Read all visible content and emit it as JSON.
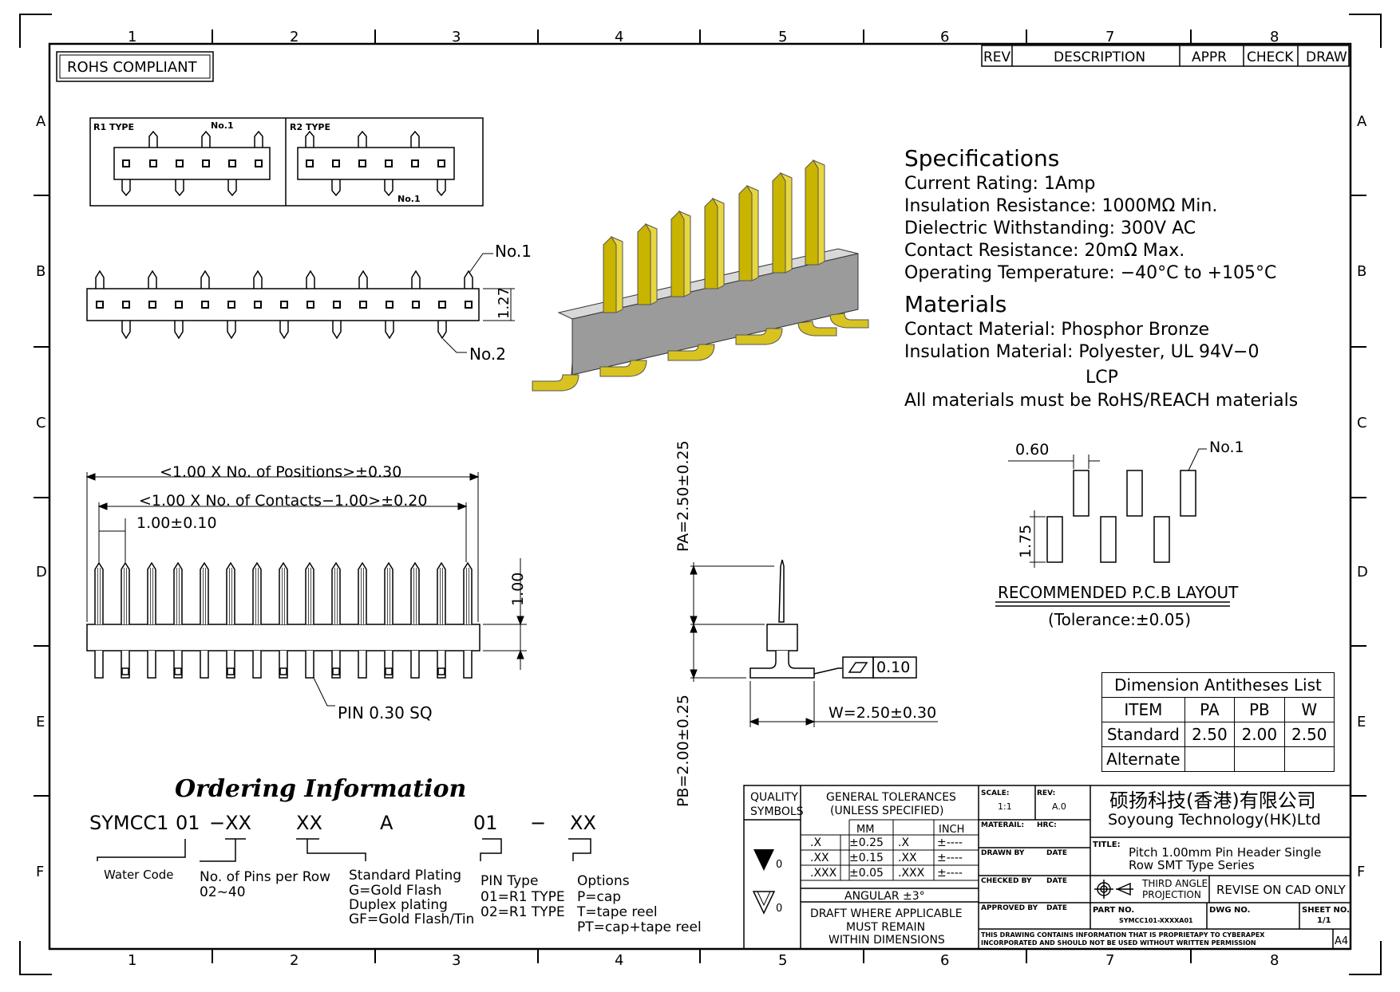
{
  "border": {
    "columns": [
      "1",
      "2",
      "3",
      "4",
      "5",
      "6",
      "7",
      "8"
    ],
    "rows": [
      "A",
      "B",
      "C",
      "D",
      "E",
      "F"
    ]
  },
  "rohs": "ROHS COMPLIANT",
  "revision_block": {
    "rev": "REV",
    "description": "DESCRIPTION",
    "appr": "APPR",
    "check": "CHECK",
    "draw": "DRAW"
  },
  "types": {
    "r1": "R1 TYPE",
    "r2": "R2 TYPE",
    "no1": "No.1"
  },
  "top_view": {
    "no1": "No.1",
    "no2": "No.2",
    "pitch": "1.27"
  },
  "specifications": {
    "heading": "Specifications",
    "lines": [
      "Current  Rating:  1Amp",
      "Insulation  Resistance:  1000MΩ  Min.",
      "Dielectric  Withstanding:  300V  AC",
      "Contact  Resistance:    20mΩ  Max.",
      "Operating  Temperature:  −40°C  to  +105°C"
    ]
  },
  "materials": {
    "heading": "Materials",
    "lines": [
      "Contact  Material:  Phosphor  Bronze",
      "Insulation  Material:  Polyester,  UL  94V−0",
      "LCP",
      "All  materials  must  be  RoHS/REACH  materials"
    ]
  },
  "front_view": {
    "dim_positions": "<1.00  X  No.  of  Positions>±0.30",
    "dim_contacts": "<1.00  X  No.  of  Contacts−1.00>±0.20",
    "dim_pitch": "1.00±0.10",
    "dim_height": "1.00",
    "pin": "PIN  0.30  SQ"
  },
  "side_view": {
    "pa": "PA=2.50±0.25",
    "pb": "PB=2.00±0.25",
    "w": "W=2.50±0.30",
    "flat": "0.10"
  },
  "pcb": {
    "dim_w": "0.60",
    "dim_h": "1.75",
    "no1": "No.1",
    "title": "RECOMMENDED  P.C.B   LAYOUT",
    "tolerance": "(Tolerance:±0.05)"
  },
  "dimension_list": {
    "title": "Dimension  Antitheses  List",
    "headers": [
      "ITEM",
      "PA",
      "PB",
      "W"
    ],
    "rows": [
      [
        "Standard",
        "2.50",
        "2.00",
        "2.50"
      ],
      [
        "Alternate",
        "",
        "",
        ""
      ]
    ]
  },
  "ordering": {
    "title": "Ordering Information",
    "code_parts": [
      "SYMCC1",
      "01",
      "−XX",
      "XX",
      "A",
      "01",
      "−",
      "XX"
    ],
    "water_code": "Water Code",
    "pins_label": "No.  of  Pins  per  Row",
    "pins_range": "02~40",
    "plating_label": "Standard  Plating",
    "plating_options": [
      "G=Gold  Flash",
      "Duplex  plating",
      "GF=Gold  Flash/Tin"
    ],
    "pin_type_label": "PIN  Type",
    "pin_type_options": [
      "01=R1  TYPE",
      "02=R1  TYPE"
    ],
    "options_label": "Options",
    "options": [
      "P=cap",
      "T=tape  reel",
      "PT=cap+tape  reel"
    ]
  },
  "title_block": {
    "quality": "QUALITY",
    "symbols": "SYMBOLS",
    "gen_tol": "GENERAL  TOLERANCES",
    "unless": "(UNLESS  SPECIFIED)",
    "mm": "MM",
    "inch": "INCH",
    "tol_rows": [
      [
        ".X",
        "±0.25",
        ".X",
        "±----"
      ],
      [
        ".XX",
        "±0.15",
        ".XX",
        "±----"
      ],
      [
        ".XXX",
        "±0.05",
        ".XXX",
        "±----"
      ]
    ],
    "angular": "ANGULAR  ±3°",
    "draft": "DRAFT  WHERE  APPLICABLE",
    "must": "MUST  REMAIN",
    "within": "WITHIN  DIMENSIONS",
    "sym_val": "0",
    "scale_label": "SCALE:",
    "scale": "1:1",
    "rev_label": "REV:",
    "rev": "A.0",
    "material": "MATERAIL:",
    "hrc": "HRC:",
    "drawn": "DRAWN  BY",
    "checked": "CHECKED  BY",
    "approved": "APPROVED  BY",
    "date": "DATE",
    "company_cn": "硕扬科技(香港)有限公司",
    "company_en": "Soyoung  Technology(HK)Ltd",
    "title_label": "TITLE:",
    "title_1": "Pitch  1.00mm  Pin  Header  Single",
    "title_2": "Row  SMT  Type  Series",
    "projection_1": "THIRD  ANGLE",
    "projection_2": "PROJECTION",
    "revise": "REVISE  ON  CAD  ONLY",
    "part_label": "PART  NO.",
    "part_no": "SYMCC101-XXXXA01",
    "dwg_label": "DWG  NO.",
    "sheet_label": "SHEET  NO.",
    "sheet": "1/1",
    "notice_1": "THIS  DRAWING  CONTAINS  INFORMATION  THAT  IS  PROPRIETAPY  TO  CYBERAPEX",
    "notice_2": "INCORPORATED  AND  SHOULD  NOT  BE  USED  WITHOUT  WRITTEN  PERMISSION",
    "size": "A4"
  }
}
